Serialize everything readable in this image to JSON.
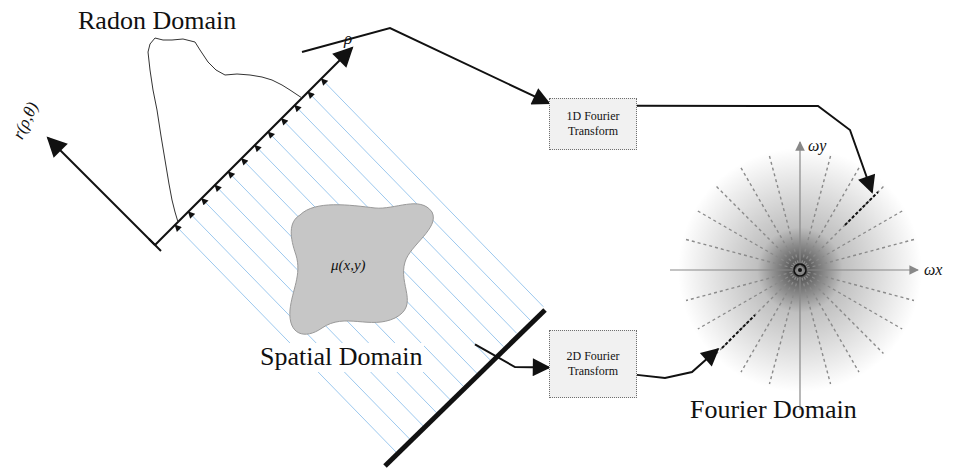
{
  "diagram": {
    "nodes": [
      {
        "text": [
          "Radon Domain"
        ]
      },
      {
        "text": [
          "1D Fourier Transform"
        ]
      },
      {
        "text": [
          "μ(x,y)",
          "Spatial Domain"
        ]
      },
      {
        "text": [
          "2D Fourier Transform"
        ]
      },
      {
        "text": [
          "Fourier Domain"
        ]
      }
    ],
    "edges": [
      {
        "from": 0,
        "to": 1,
        "arrow": "to"
      },
      {
        "from": 1,
        "to": 4,
        "arrow": "to"
      },
      {
        "from": 2,
        "to": 3,
        "arrow": "to"
      },
      {
        "from": 3,
        "to": 4,
        "arrow": "to"
      }
    ],
    "labels": [
      "r(ρ,θ)",
      "ρ",
      "ωy",
      "ωx"
    ]
  }
}
